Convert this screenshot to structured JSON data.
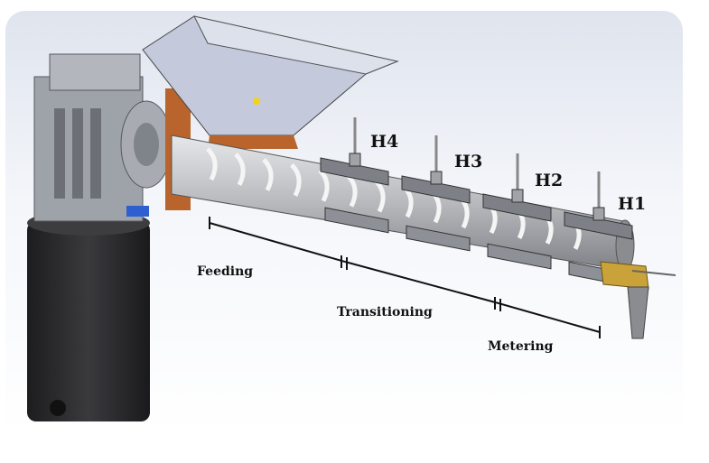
{
  "heaters": [
    "H4",
    "H3",
    "H2",
    "H1"
  ],
  "zones": [
    "Feeding",
    "Transitioning",
    "Metering"
  ],
  "colors": {
    "motor": "#2b2b2d",
    "gearbox": "#9ea3aa",
    "hopper": "#c4c9dc",
    "barrel": "#b9bcc0",
    "copper": "#b8642c",
    "nozzle": "#c9a23a",
    "heater": "#7d8087"
  }
}
